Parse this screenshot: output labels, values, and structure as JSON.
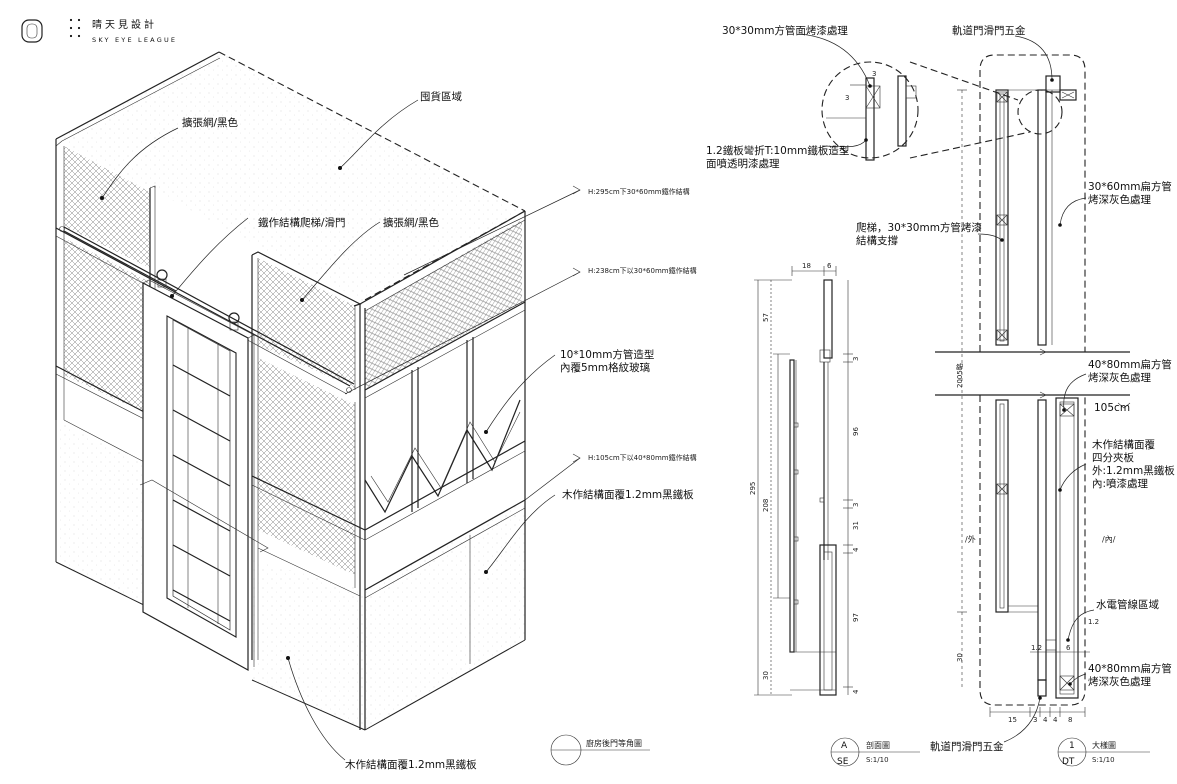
{
  "brand": {
    "name": "晴天見設計",
    "subtitle": "SKY EYE LEAGUE",
    "logo_icon": "rounded-square-o-logo"
  },
  "isometric": {
    "labels": {
      "storage_area": "囤貨區域",
      "mesh_left": "擴張網/黑色",
      "ladder_door": "鐵作結構爬梯/滑門",
      "mesh_right": "擴張網/黑色",
      "glass": "10*10mm方管造型\n內覆5mm格紋玻璃",
      "panel_right": "木作結構面覆1.2mm黑鐵板",
      "panel_bottom": "木作結構面覆1.2mm黑鐵板"
    },
    "height_marks": [
      "H:295cm下30*60mm鐵作結構",
      "H:238cm下以30*60mm鐵作結構",
      "H:105cm下以40*80mm鐵作結構"
    ],
    "caption": "廚房後門等角圖"
  },
  "section": {
    "top_dims": [
      "18",
      "6"
    ],
    "dims": [
      "57",
      "3",
      "96",
      "3",
      "31",
      "4",
      "97",
      "4",
      "30"
    ],
    "total_dims": [
      "295",
      "208"
    ],
    "caption_letter": "A",
    "caption_sheet": "SE",
    "caption_title": "剖面圖",
    "caption_scale": "S:1/10"
  },
  "detail": {
    "labels": {
      "square_tube": "30*30mm方管面烤漆處理",
      "bent_plate": "1.2鐵板彎折T:10mm鐵板造型\n面噴透明漆處理",
      "rail_top": "軌道門滑門五金",
      "flat_tube_top": "30*60mm扁方管\n烤深灰色處理",
      "ladder": "爬梯，30*30mm方管烤漆\n結構支撐",
      "flat_tube_mid": "40*80mm扁方管\n烤深灰色處理",
      "mark_105": "105cm",
      "panel": "木作結構面覆\n四分夾板\n外:1.2mm黑鐵板\n內:噴漆處理",
      "outside": "/外",
      "inside": "/內/",
      "utility": "水電管線區域",
      "flat_tube_bottom": "40*80mm扁方管\n烤深灰色處理",
      "rail_bottom": "軌道門滑門五金"
    },
    "zoom_dims": [
      "3",
      "3"
    ],
    "side_dims": [
      "2005略",
      "30"
    ],
    "small_dims": [
      "1.2",
      "6",
      "1.2"
    ],
    "bottom_dims": [
      "15",
      "3",
      "4",
      "4",
      "8"
    ],
    "caption_number": "1",
    "caption_sheet": "DT",
    "caption_title": "大樣圖",
    "caption_scale": "S:1/10"
  }
}
